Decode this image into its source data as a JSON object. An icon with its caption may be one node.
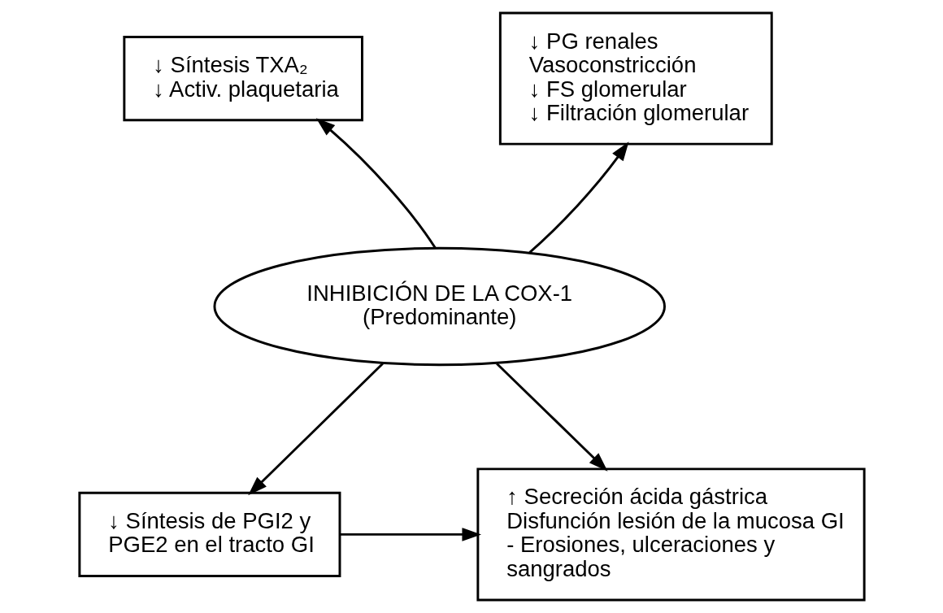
{
  "diagram": {
    "nodes": [
      {
        "text": [
          "INHIBICIÓN DE LA COX-1 (Predominante)"
        ]
      },
      {
        "text": [
          "↓ Síntesis TXA₂",
          "↓ Activ. plaquetaria"
        ]
      },
      {
        "text": [
          "↓ PG renales",
          "Vasoconstricción",
          "↓ FS glomerular",
          "↓ Filtración glomerular"
        ]
      },
      {
        "text": [
          "↓ Síntesis de PGI2 y PGE2 en el tracto GI"
        ]
      },
      {
        "text": [
          "↑ Secreción ácida gástrica",
          "Disfunción lesión de la mucosa GI - Erosiones, ulceraciones y sangrados"
        ]
      }
    ],
    "edges": [
      {
        "from": 0,
        "to": 1,
        "arrow": "to"
      },
      {
        "from": 0,
        "to": 2,
        "arrow": "to"
      },
      {
        "from": 0,
        "to": 3,
        "arrow": "to"
      },
      {
        "from": 0,
        "to": 4,
        "arrow": "to"
      },
      {
        "from": 3,
        "to": 4,
        "arrow": "to"
      }
    ]
  }
}
